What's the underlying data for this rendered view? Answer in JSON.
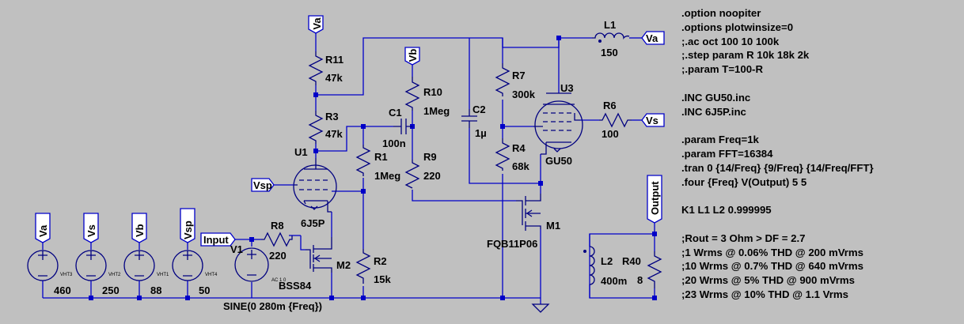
{
  "schematic": {
    "components": [
      {
        "ref": "R11",
        "value": "47k"
      },
      {
        "ref": "R3",
        "value": "47k"
      },
      {
        "ref": "R10",
        "value": "1Meg"
      },
      {
        "ref": "C1",
        "value": "100n"
      },
      {
        "ref": "R9",
        "value": "220"
      },
      {
        "ref": "R1",
        "value": "1Meg"
      },
      {
        "ref": "C2",
        "value": "1µ"
      },
      {
        "ref": "R7",
        "value": "300k"
      },
      {
        "ref": "R4",
        "value": "68k"
      },
      {
        "ref": "U3",
        "value": "GU50"
      },
      {
        "ref": "U1",
        "value": "6J5P"
      },
      {
        "ref": "R6",
        "value": "100"
      },
      {
        "ref": "L1",
        "value": "150"
      },
      {
        "ref": "M1",
        "value": "FQB11P06"
      },
      {
        "ref": "M2",
        "value": "BSS84"
      },
      {
        "ref": "R8",
        "value": "220"
      },
      {
        "ref": "R2",
        "value": "15k"
      },
      {
        "ref": "V1",
        "value": "SINE(0 280m {Freq})"
      },
      {
        "ref": "L2",
        "value": "400m"
      },
      {
        "ref": "R40",
        "value": "8"
      }
    ],
    "supplies": [
      {
        "net": "Va",
        "inst": "VHT3",
        "value": "460"
      },
      {
        "net": "Vs",
        "inst": "VHT2",
        "value": "250"
      },
      {
        "net": "Vb",
        "inst": "VHT1",
        "value": "88"
      },
      {
        "net": "Vsp",
        "inst": "VHT4",
        "value": "50"
      }
    ],
    "nets": {
      "va": "Va",
      "vb": "Vb",
      "vs": "Vs",
      "vsp": "Vsp",
      "input": "Input",
      "output": "Output"
    },
    "v1_ac": "AC 1 0"
  },
  "directives": [
    ".option noopiter",
    ".options plotwinsize=0",
    ";.ac oct 100 10 100k",
    ";.step param R 10k 18k 2k",
    ";.param T=100-R",
    "",
    ".INC GU50.inc",
    ".INC 6J5P.inc",
    "",
    ".param Freq=1k",
    ".param FFT=16384",
    ".tran 0 {14/Freq} {9/Freq} {14/Freq/FFT}",
    ".four {Freq} V(Output) 5 5",
    "",
    "K1 L1 L2 0.999995",
    "",
    ";Rout = 3 Ohm > DF = 2.7",
    ";1 Wrms @ 0.06% THD @ 200 mVrms",
    ";10 Wrms @ 0.7% THD @ 640 mVrms",
    ";20 Wrms @ 5% THD @ 900 mVrms",
    ";23 Wrms @ 10% THD @ 1.1 Vrms"
  ]
}
